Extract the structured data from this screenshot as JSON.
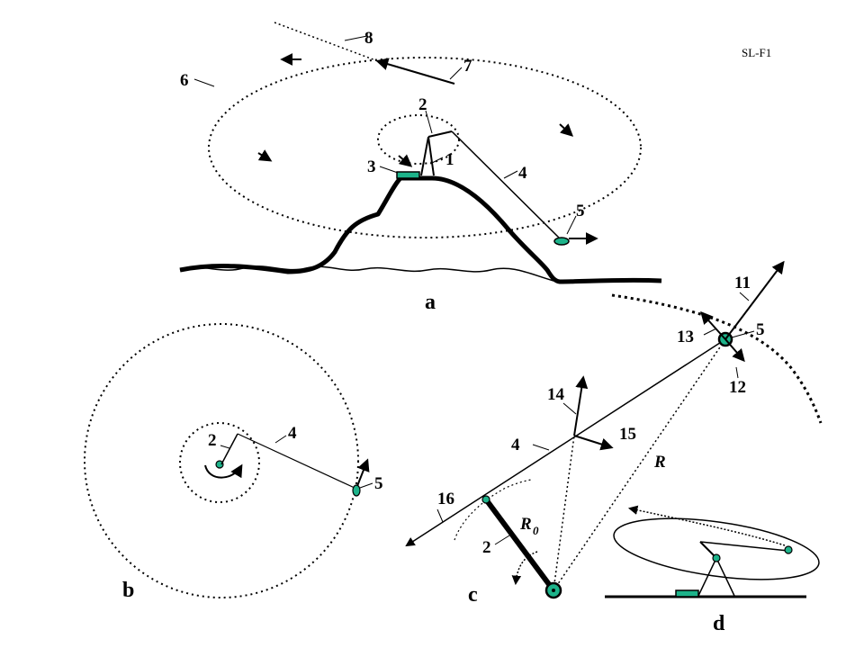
{
  "figure_id": "SL-F1",
  "panels": {
    "a": "a",
    "b": "b",
    "c": "c",
    "d": "d"
  },
  "labels_a": [
    "1",
    "2",
    "3",
    "4",
    "5",
    "6",
    "7",
    "8"
  ],
  "labels_b": [
    "2",
    "4",
    "5"
  ],
  "labels_c": [
    "2",
    "4",
    "5",
    "11",
    "12",
    "13",
    "14",
    "15",
    "16"
  ],
  "symbol_R": "R",
  "symbol_R0": "R",
  "symbol_R0_sub": "0",
  "colors": {
    "line": "#000000",
    "marker": "#1db38a",
    "background": "#ffffff"
  }
}
